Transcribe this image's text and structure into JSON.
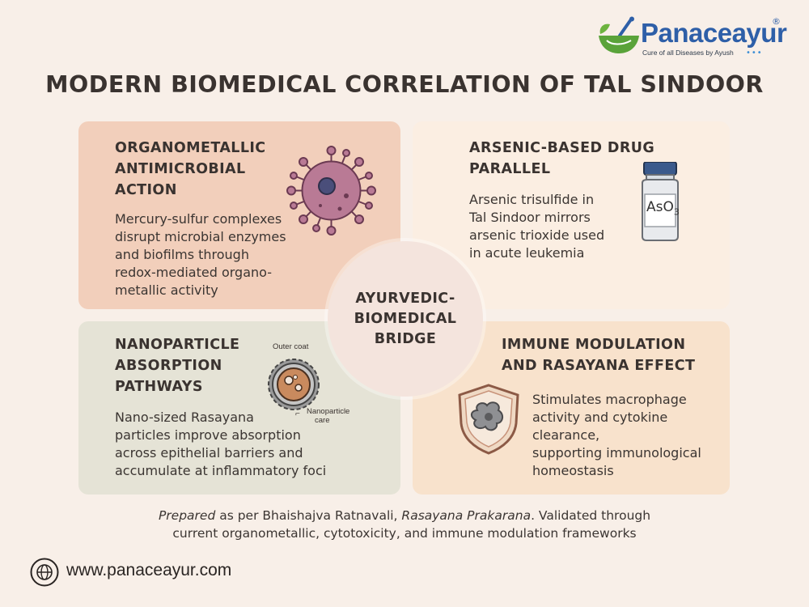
{
  "brand": {
    "name": "Panaceayur",
    "registered_mark": "®",
    "tagline": "Cure of all Diseases by Ayush",
    "dots": "•••"
  },
  "title": "MODERN BIOMEDICAL CORRELATION OF TAL SINDOOR",
  "cards": {
    "antimicrobial": {
      "heading": [
        "ORGANOMETALLIC",
        "ANTIMICROBIAL",
        "ACTION"
      ],
      "body": [
        "Mercury-sulfur complexes",
        "disrupt microbial enzymes",
        "and biofilms through",
        "redox-mediated organo-",
        "metallic activity"
      ],
      "icon": "virus-icon"
    },
    "arsenic": {
      "heading": [
        "ARSENIC-BASED DRUG",
        "PARALLEL"
      ],
      "body": [
        "Arsenic trisulfide in",
        "Tal Sindoor mirrors",
        "arsenic trioxide used",
        "in acute leukemia"
      ],
      "icon": "medicine-bottle-icon",
      "bottle_label": "AsO",
      "bottle_subscript": "3"
    },
    "nanoparticle": {
      "heading": [
        "NANOPARTICLE",
        "ABSORPTION",
        "PATHWAYS"
      ],
      "body": [
        "Nano-sized Rasayana",
        "particles improve absorption",
        "across epithelial barriers and",
        "accumulate at inflammatory foci"
      ],
      "icon": "nanoparticle-icon",
      "label_outer": "Outer coat",
      "label_core": [
        "Nanoparticle",
        "care"
      ]
    },
    "immune": {
      "heading": [
        "IMMUNE MODULATION",
        "AND RASAYANA EFFECT"
      ],
      "body": [
        "Stimulates macrophage",
        "activity and cytokine",
        "clearance,",
        "supporting immunological",
        "homeostasis"
      ],
      "icon": "shield-cell-icon"
    }
  },
  "center": {
    "lines": [
      "AYURVEDIC-",
      "BIOMEDICAL",
      "BRIDGE"
    ]
  },
  "footer": {
    "line1_italic_a": "Prepared",
    "line1_a": " as per Bhaishajva Ratnavali, ",
    "line1_italic_b": "Rasayana Prakarana",
    "line1_b": ". Validated through",
    "line2": "current organometallic, cytotoxicity, and immune modulation frameworks"
  },
  "website": {
    "url": "www.panaceayur.com",
    "icon": "globe-icon"
  },
  "colors": {
    "background": "#f8efe8",
    "card_antimicrobial": "#f2cfbb",
    "card_arsenic": "#fbeee2",
    "card_nanoparticle": "#e5e3d6",
    "card_immune": "#f8e2cc",
    "brand_blue": "#2e5fa8",
    "brand_green": "#5aa33a"
  }
}
